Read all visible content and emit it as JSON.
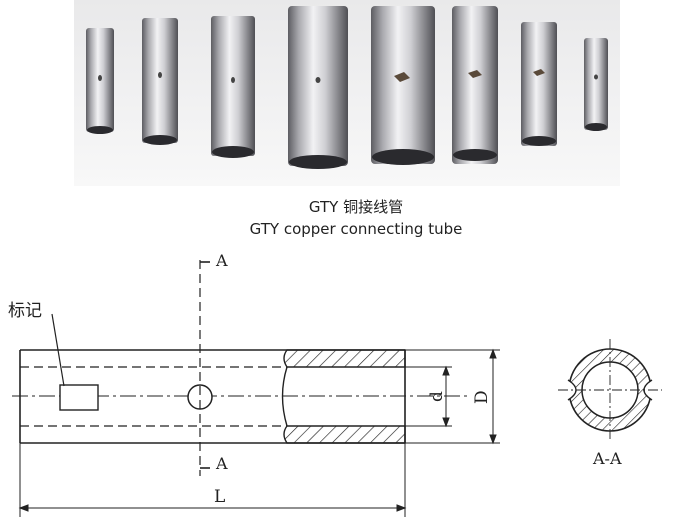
{
  "caption": {
    "chinese": "GTY 铜接线管",
    "english": "GTY copper connecting tube"
  },
  "drawing": {
    "section_label_top": "A",
    "section_label_bottom": "A",
    "mark_label": "标记",
    "dim_inner": "d",
    "dim_outer": "D",
    "dim_length": "L",
    "section_view_label": "A-A"
  },
  "photo": {
    "tube_count": 8,
    "material": "copper",
    "colors": {
      "metal_light": "#e8e8ea",
      "metal_dark": "#6b6b70",
      "bore": "#2a2a2e"
    }
  }
}
